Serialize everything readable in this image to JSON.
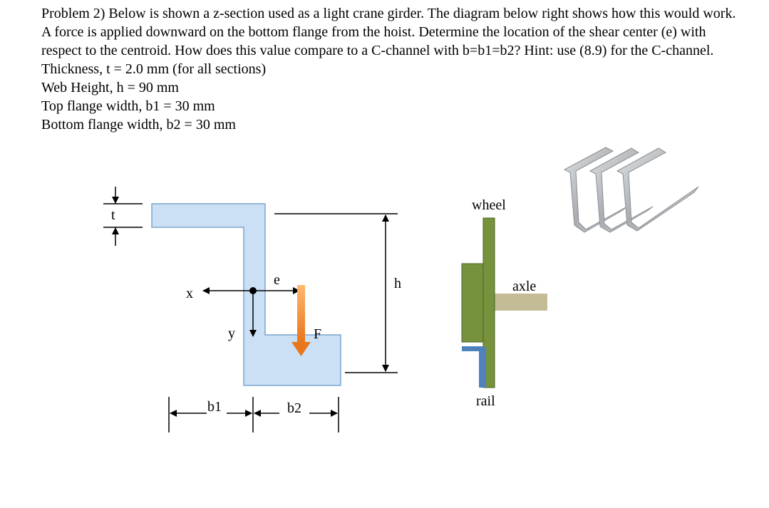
{
  "problem": {
    "statement": "Problem 2) Below is shown a z-section used as a light crane girder. The diagram below right shows how this would work. A force is applied downward on the bottom flange from the hoist. Determine the location of the shear center (e) with respect to the centroid. How does this value compare to a C-channel with b=b1=b2? Hint: use (8.9) for the C-channel.",
    "given": [
      "Thickness, t = 2.0 mm (for all sections)",
      "Web Height, h = 90 mm",
      "Top flange width, b1 = 30 mm",
      "Bottom flange width, b2 = 30 mm"
    ]
  },
  "diagram": {
    "labels": {
      "t": "t",
      "x": "x",
      "y": "y",
      "e": "e",
      "F": "F",
      "h": "h",
      "b1": "b1",
      "b2": "b2",
      "wheel": "wheel",
      "axle": "axle",
      "rail": "rail"
    },
    "colors": {
      "section_fill": "#cce0f5",
      "section_stroke": "#7aa6cf",
      "force_arrow": "#f08a24",
      "wheel": "#76923c",
      "axle": "#c4bc96",
      "rail": "#4f81bd",
      "girder_steel": "#b7babd"
    }
  }
}
